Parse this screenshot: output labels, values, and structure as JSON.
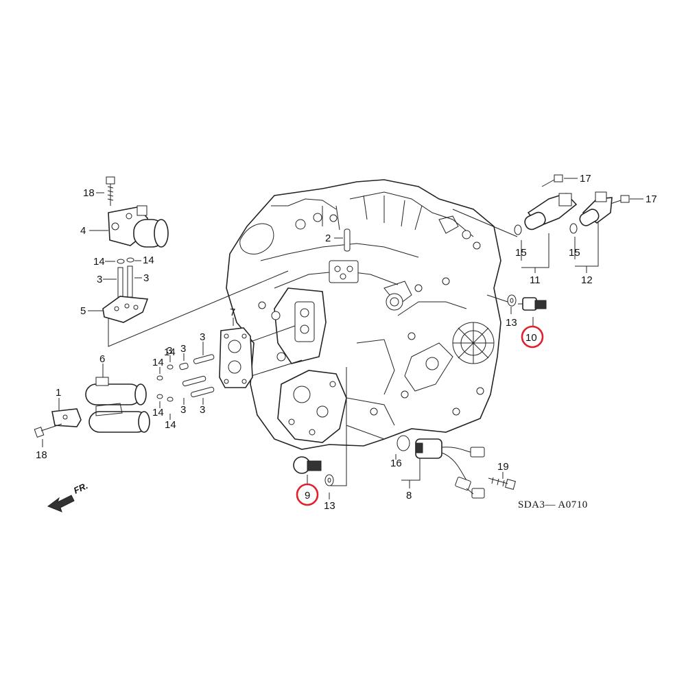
{
  "diagram": {
    "drawing_code": "SDA3— A0710",
    "direction_label": "FR.",
    "callouts": [
      {
        "id": "c18a",
        "text": "18"
      },
      {
        "id": "c4",
        "text": "4"
      },
      {
        "id": "c14a",
        "text": "14"
      },
      {
        "id": "c14b",
        "text": "14"
      },
      {
        "id": "c3a",
        "text": "3"
      },
      {
        "id": "c3b",
        "text": "3"
      },
      {
        "id": "c5",
        "text": "5"
      },
      {
        "id": "c2",
        "text": "2"
      },
      {
        "id": "c7",
        "text": "7"
      },
      {
        "id": "c6",
        "text": "6"
      },
      {
        "id": "c1",
        "text": "1"
      },
      {
        "id": "c18b",
        "text": "18"
      },
      {
        "id": "c14c",
        "text": "14"
      },
      {
        "id": "c3c",
        "text": "3"
      },
      {
        "id": "c3d",
        "text": "3"
      },
      {
        "id": "c14d",
        "text": "14"
      },
      {
        "id": "c3e",
        "text": "3"
      },
      {
        "id": "c3f",
        "text": "3"
      },
      {
        "id": "c14e",
        "text": "14"
      },
      {
        "id": "c14f",
        "text": "14"
      },
      {
        "id": "c3g",
        "text": "3"
      },
      {
        "id": "c17a",
        "text": "17"
      },
      {
        "id": "c17b",
        "text": "17"
      },
      {
        "id": "c15a",
        "text": "15"
      },
      {
        "id": "c15b",
        "text": "15"
      },
      {
        "id": "c11",
        "text": "11"
      },
      {
        "id": "c12",
        "text": "12"
      },
      {
        "id": "c13a",
        "text": "13"
      },
      {
        "id": "c10",
        "text": "10",
        "highlighted": true
      },
      {
        "id": "c9",
        "text": "9",
        "highlighted": true
      },
      {
        "id": "c13b",
        "text": "13"
      },
      {
        "id": "c16",
        "text": "16"
      },
      {
        "id": "c8",
        "text": "8"
      },
      {
        "id": "c19",
        "text": "19"
      }
    ]
  }
}
